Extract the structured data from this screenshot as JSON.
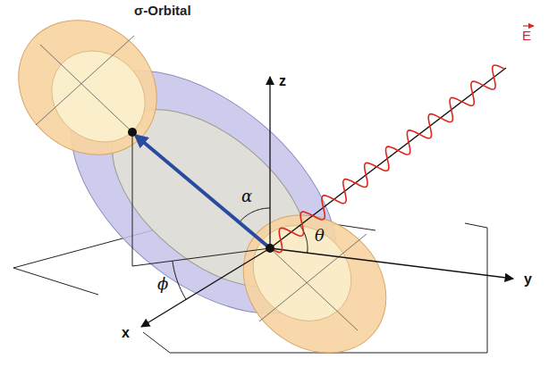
{
  "diagram": {
    "title": "σ-Orbital",
    "labels": [
      "z",
      "y",
      "x",
      "α",
      "ϕ",
      "θ",
      "E"
    ]
  }
}
